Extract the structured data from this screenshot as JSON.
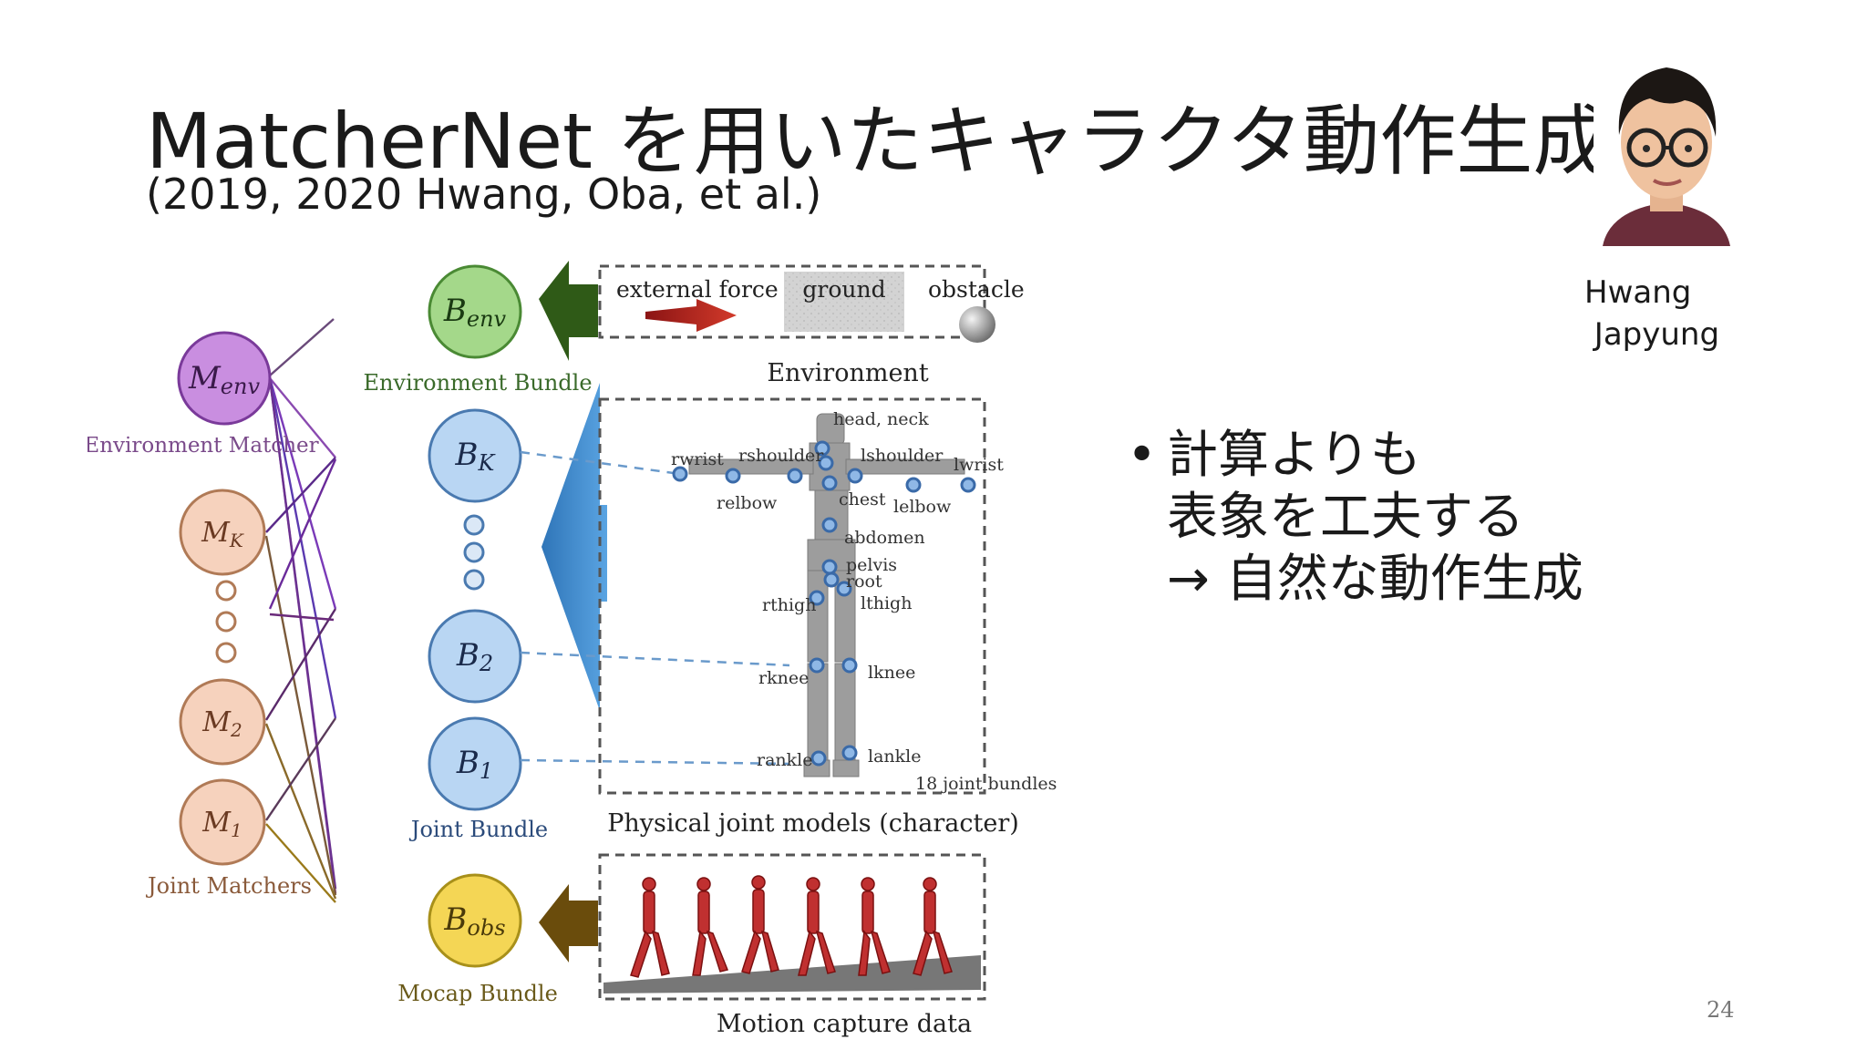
{
  "slide": {
    "title": "MatcherNet を用いたキャラクタ動作生成",
    "subtitle": "(2019, 2020 Hwang, Oba, et al.)",
    "person_name_line1": "Hwang",
    "person_name_line2": " Japyung",
    "bullet_marker": "•",
    "bullet_lines": [
      "計算よりも",
      "表象を工夫する",
      "→ 自然な動作生成"
    ],
    "page_number": "24"
  },
  "diagram": {
    "matchers": {
      "env_label": "M",
      "env_sub": "env",
      "k_label": "M",
      "k_sub": "K",
      "m2_label": "M",
      "m2_sub": "2",
      "m1_label": "M",
      "m1_sub": "1",
      "env_caption": "Environment Matcher",
      "joint_caption": "Joint Matchers"
    },
    "bundles": {
      "env_label": "B",
      "env_sub": "env",
      "k_label": "B",
      "k_sub": "K",
      "b2_label": "B",
      "b2_sub": "2",
      "b1_label": "B",
      "b1_sub": "1",
      "obs_label": "B",
      "obs_sub": "obs",
      "env_caption": "Environment Bundle",
      "joint_caption": "Joint Bundle",
      "mocap_caption": "Mocap Bundle"
    },
    "environment": {
      "external_force": "external force",
      "ground": "ground",
      "obstacle": "obstacle",
      "caption": "Environment"
    },
    "joints": {
      "head_neck": "head, neck",
      "rwrist": "rwrist",
      "rshoulder": "rshoulder",
      "lshoulder": "lshoulder",
      "lwrist": "lwrist",
      "relbow": "relbow",
      "chest": "chest",
      "lelbow": "lelbow",
      "abdomen": "abdomen",
      "pelvis": "pelvis",
      "root": "root",
      "rthigh": "rthigh",
      "lthigh": "lthigh",
      "rknee": "rknee",
      "lknee": "lknee",
      "rankle": "rankle",
      "lankle": "lankle",
      "bundle_count": "18 joint bundles",
      "caption": "Physical joint models (character)"
    },
    "mocap": {
      "caption": "Motion capture data"
    },
    "colors": {
      "env_matcher": "#c98ee0",
      "env_bundle": "#a4d88a",
      "joint_bundle": "#b9d6f3",
      "joint_matcher": "#f6d2bd",
      "mocap_bundle": "#f4d655",
      "arrow_green": "#2f5a17",
      "arrow_blue": "#3a86c8",
      "arrow_brown": "#6a4c0c",
      "joint_marker": "#5b93d2"
    }
  }
}
